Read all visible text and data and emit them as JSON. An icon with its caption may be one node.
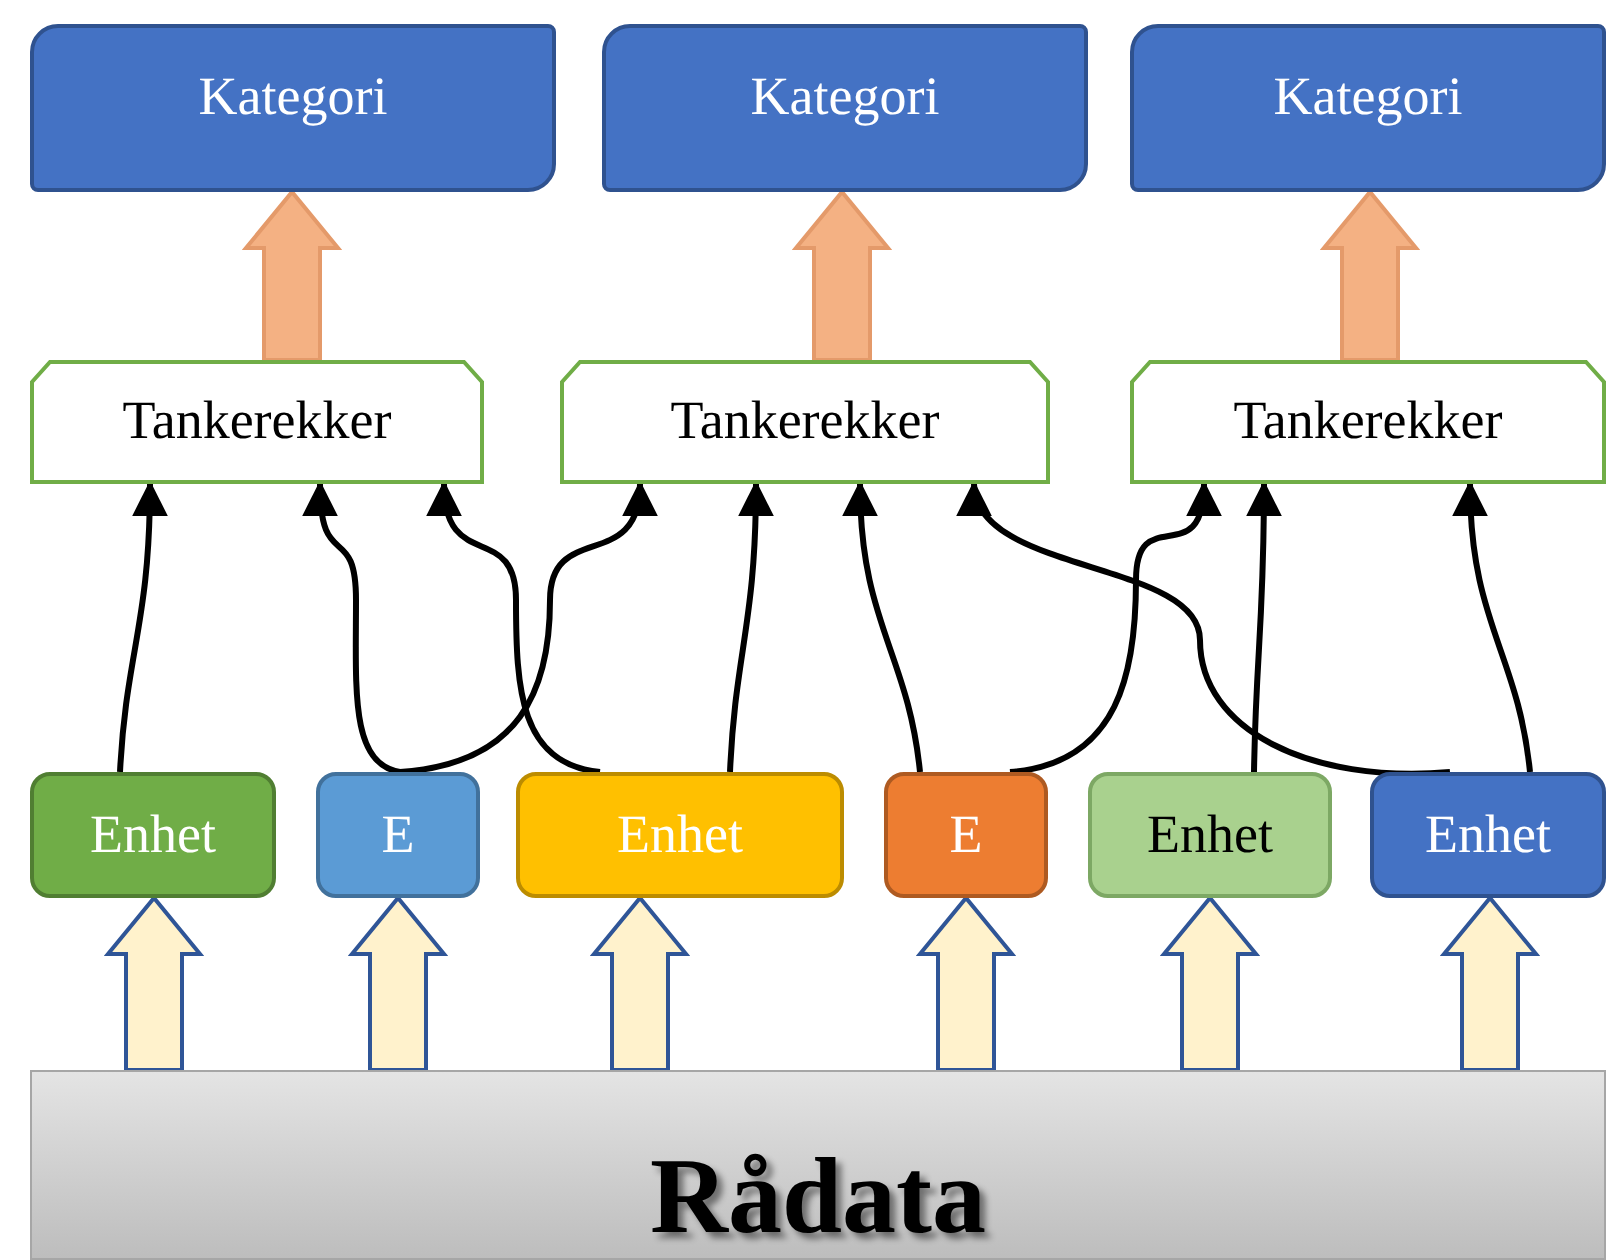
{
  "diagram": {
    "nodes": [
      {
        "text": [
          "Kategori"
        ]
      },
      {
        "text": [
          "Kategori"
        ]
      },
      {
        "text": [
          "Kategori"
        ]
      },
      {
        "text": [
          "Tankerekker"
        ]
      },
      {
        "text": [
          "Tankerekker"
        ]
      },
      {
        "text": [
          "Tankerekker"
        ]
      },
      {
        "text": [
          "Enhet"
        ]
      },
      {
        "text": [
          "E"
        ]
      },
      {
        "text": [
          "Enhet"
        ]
      },
      {
        "text": [
          "E"
        ]
      },
      {
        "text": [
          "Enhet"
        ]
      },
      {
        "text": [
          "Enhet"
        ]
      },
      {
        "text": [
          "Rådata"
        ]
      }
    ],
    "edges": [
      {
        "from": 3,
        "to": 0,
        "arrow": "to",
        "style": "thick",
        "color": "#f4b183"
      },
      {
        "from": 4,
        "to": 1,
        "arrow": "to",
        "style": "thick",
        "color": "#f4b183"
      },
      {
        "from": 5,
        "to": 2,
        "arrow": "to",
        "style": "thick",
        "color": "#f4b183"
      },
      {
        "from": 12,
        "to": 6,
        "arrow": "to",
        "style": "thick",
        "color": "#fff2cc"
      },
      {
        "from": 12,
        "to": 7,
        "arrow": "to",
        "style": "thick",
        "color": "#fff2cc"
      },
      {
        "from": 12,
        "to": 8,
        "arrow": "to",
        "style": "thick",
        "color": "#fff2cc"
      },
      {
        "from": 12,
        "to": 9,
        "arrow": "to",
        "style": "thick",
        "color": "#fff2cc"
      },
      {
        "from": 12,
        "to": 10,
        "arrow": "to",
        "style": "thick",
        "color": "#fff2cc"
      },
      {
        "from": 12,
        "to": 11,
        "arrow": "to",
        "style": "thick",
        "color": "#fff2cc"
      },
      {
        "from": 6,
        "to": 3,
        "arrow": "to"
      },
      {
        "from": 7,
        "to": 3,
        "arrow": "to"
      },
      {
        "from": 7,
        "to": 4,
        "arrow": "to"
      },
      {
        "from": 8,
        "to": 3,
        "arrow": "to"
      },
      {
        "from": 8,
        "to": 4,
        "arrow": "to"
      },
      {
        "from": 9,
        "to": 4,
        "arrow": "to"
      },
      {
        "from": 9,
        "to": 5,
        "arrow": "to"
      },
      {
        "from": 10,
        "to": 5,
        "arrow": "to"
      },
      {
        "from": 11,
        "to": 4,
        "arrow": "to"
      },
      {
        "from": 11,
        "to": 5,
        "arrow": "to"
      }
    ]
  }
}
